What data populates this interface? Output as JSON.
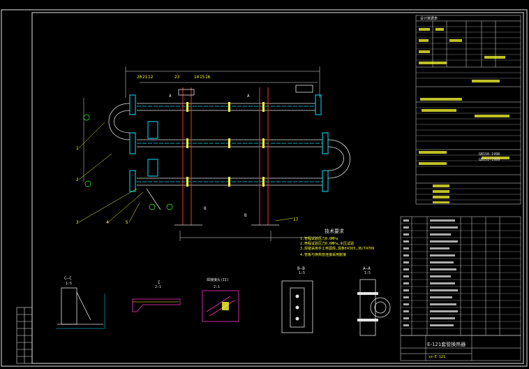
{
  "sheet": {
    "background": "#000000",
    "frame_color": "#e6e6e6",
    "accent_colors": {
      "cyan": "#00e5ff",
      "yellow": "#ffff33",
      "magenta": "#ff33cc",
      "red": "#ff3030",
      "green": "#33ff33",
      "white": "#e6e6e6"
    }
  },
  "main_view": {
    "balloons": [
      "20",
      "21",
      "12",
      "23",
      "14",
      "15",
      "16",
      "1",
      "2",
      "3",
      "4",
      "5",
      "17"
    ],
    "section_markers": [
      "A",
      "A",
      "B",
      "B"
    ]
  },
  "notes": {
    "title": "技术要求",
    "lines": [
      "1.管程试验压力0.8MPa",
      "2.壳程试验压力0.6MPa,水压试验",
      "3.焊缝采用手工电弧焊,焊条E4303,JB/T4709",
      "4.管板与换热管连接采用胀接"
    ]
  },
  "detail_views": [
    {
      "title": "C—C",
      "scale": "1:5"
    },
    {
      "title": "I",
      "scale": "2:1"
    },
    {
      "title": "焊接接头(II)",
      "scale": "2:1"
    },
    {
      "title": "B—B",
      "scale": "1:5"
    },
    {
      "title": "A—A",
      "scale": "1:5"
    }
  ],
  "title_block": {
    "drawing_title": "E-121套管换热器",
    "drawing_no": "sx-E-121"
  },
  "design_table": {
    "header": "设计数据表",
    "codes": [
      "GB150-1998",
      "GB151-1999"
    ]
  },
  "icons": {
    "equipment": "hairpin-heat-exchanger-drawing"
  }
}
